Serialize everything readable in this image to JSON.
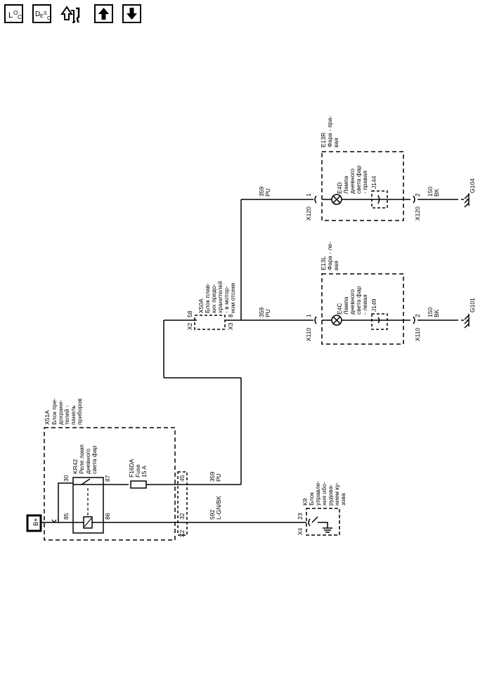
{
  "toolbar": {
    "loc_main": "L",
    "loc_sub": "O",
    "loc_sub2": "C",
    "desc_main": "D",
    "desc_sub": "E",
    "desc_sub2": "S",
    "desc_sub3": "C"
  },
  "diagram": {
    "b_plus": "B+",
    "x51a": {
      "id": "X51A",
      "name": [
        "Блок пре-",
        "дохрани-",
        "телей -",
        "панель",
        "приборов"
      ],
      "x2": "X2",
      "pin32": "32",
      "pin45": "45"
    },
    "kr42": {
      "id": "KR42",
      "name": [
        "Реле ламп",
        "дневного",
        "света фар"
      ],
      "pin30": "30",
      "pin85": "85",
      "pin86": "86",
      "pin87": "87"
    },
    "f16da": {
      "id": "F16DA",
      "type": "Fuse",
      "rating": "15 A"
    },
    "x50a": {
      "id": "X50A",
      "name": [
        "Блок плав-",
        "ких предо-",
        "хранителей",
        "- в мотор-",
        "ном отсеке"
      ],
      "x2": "X2",
      "x3": "X3",
      "pin58": "58",
      "pin8": "8"
    },
    "k9": {
      "id": "K9",
      "name": [
        "Блок",
        "управле-",
        "ния обо-",
        "рудова-",
        "нием ку-",
        "зова"
      ],
      "x4": "X4",
      "pin23": "23"
    },
    "wires": {
      "w359_low": {
        "num": "359",
        "color": "PU"
      },
      "w592": {
        "num": "592",
        "color": "L-GN/BK"
      },
      "w359_mid": {
        "num": "359",
        "color": "PU"
      },
      "w359_top": {
        "num": "359",
        "color": "PU"
      },
      "w150_mid": {
        "num": "150",
        "color": "BK"
      },
      "w150_top": {
        "num": "150",
        "color": "BK"
      }
    },
    "e13l": {
      "id": "E13L",
      "name": [
        "Фара - ле-",
        "вая"
      ],
      "e4c": "E4C",
      "lamp": [
        "Лампа",
        "дневного",
        "света фар",
        "- левая"
      ],
      "j": "J149",
      "x110a": "X110",
      "x110b": "X110",
      "pin1": "1",
      "pin2": "2",
      "ground": "G101"
    },
    "e13r": {
      "id": "E13R",
      "name": [
        "Фара - пра-",
        "вая"
      ],
      "e4d": "E4D",
      "lamp": [
        "Лампа",
        "дневного",
        "света фар",
        "- правая"
      ],
      "j": "J144",
      "x120a": "X120",
      "x120b": "X120",
      "pin1": "1",
      "pin2": "2",
      "ground": "G104"
    }
  }
}
